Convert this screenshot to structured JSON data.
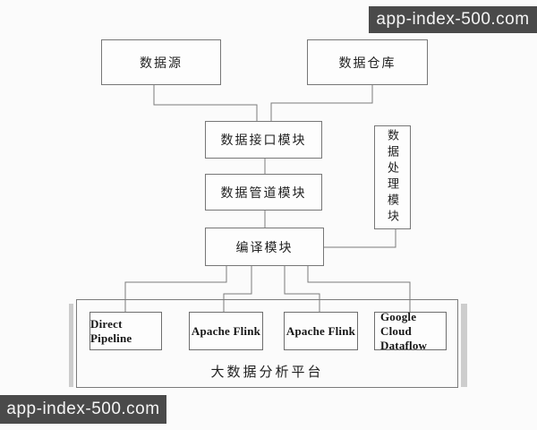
{
  "watermarks": {
    "top_right": "app-index-500.com",
    "bottom_left": "app-index-500.com"
  },
  "colors": {
    "background": "#fbfbfb",
    "line": "#7b7b7b",
    "box_border": "#777777",
    "text": "#1f1f1f",
    "watermark_bg": "#4a4a4a",
    "watermark_text": "#f4f4f4",
    "shadow_bar": "#cdcdcd"
  },
  "diagram": {
    "nodes": {
      "data_source": "数据源",
      "data_warehouse": "数据仓库",
      "data_interface_module": "数据接口模块",
      "data_pipeline_module": "数据管道模块",
      "data_processing_module": "数据处理模块",
      "compile_module": "编译模块",
      "direct_pipeline": "Direct Pipeline",
      "apache_flink_1": "Apache Flink",
      "apache_flink_2": "Apache Flink",
      "google_cloud_dataflow": "Google Cloud Dataflow",
      "platform": "大数据分析平台"
    }
  }
}
